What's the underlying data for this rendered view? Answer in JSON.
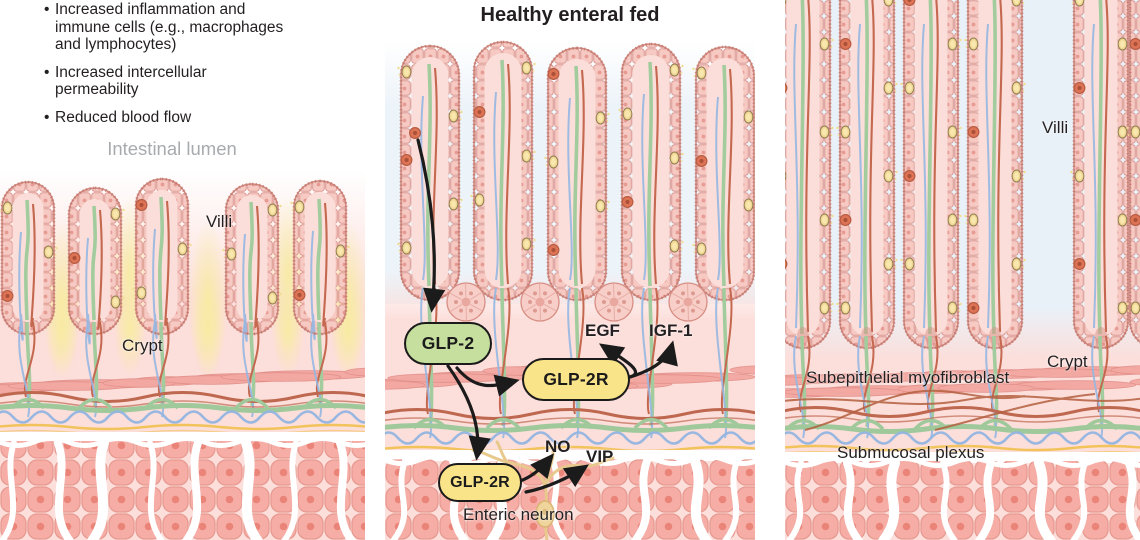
{
  "figure": {
    "left_panel": {
      "bullet_char": "•",
      "bullets": [
        "Increased inflammation and\nimmune cells (e.g., macrophages\nand lymphocytes)",
        "Increased intercellular\npermeability",
        "Reduced blood flow"
      ],
      "lumen_label": "Intestinal lumen",
      "villi_label": "Villi",
      "crypt_label": "Crypt"
    },
    "middle_panel": {
      "title": "Healthy enteral fed",
      "glp2": "GLP-2",
      "glp2r_myofibroblast": "GLP-2R",
      "glp2r_neuron": "GLP-2R",
      "egf": "EGF",
      "igf1": "IGF-1",
      "no": "NO",
      "vip": "VIP",
      "enteric_neuron": "Enteric neuron"
    },
    "right_panel": {
      "villi_label": "Villi",
      "crypt_label": "Crypt",
      "myofibroblast_label": "Subepithelial myofibroblast",
      "plexus_label": "Submucosal plexus"
    },
    "colors": {
      "glp2_fill": "#c6df9e",
      "glp2r_fill": "#fae489",
      "text": "#231f20",
      "lumen_text": "#a8abae",
      "epithelium": "#f6c9c2",
      "lacteal_green": "#9fc99b",
      "artery_red": "#bf6850",
      "vein_blue": "#92b4e1",
      "nerve_yellow": "#f2c35b"
    }
  }
}
